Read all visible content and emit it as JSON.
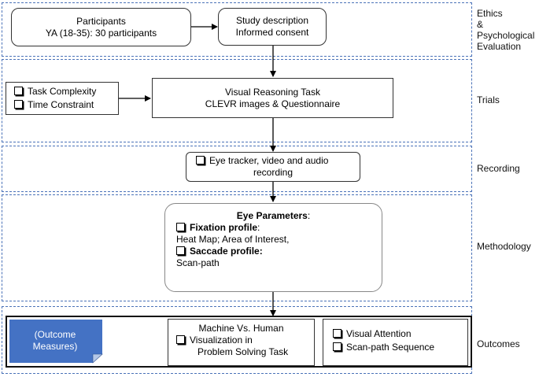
{
  "stages": {
    "ethics": [
      "Ethics",
      "&",
      "Psychological",
      "Evaluation"
    ],
    "trials": "Trials",
    "recording": "Recording",
    "methodology": "Methodology",
    "outcomes": "Outcomes"
  },
  "participants": {
    "title": "Participants",
    "detail": "YA (18-35): 30 participants"
  },
  "study": {
    "line1": "Study description",
    "line2": "Informed consent"
  },
  "conditions": [
    "Task Complexity",
    "Time Constraint"
  ],
  "task": {
    "line1": "Visual Reasoning Task",
    "line2": "CLEVR images & Questionnaire"
  },
  "recording_box": {
    "line1": "Eye tracker, video and audio",
    "line2": "recording"
  },
  "eye_params": {
    "heading": "Eye Parameters",
    "heading_suffix": ":",
    "fixation_label": "Fixation profile",
    "fixation_suffix": ":",
    "fixation_detail": "Heat Map; Area of Interest,",
    "saccade_label": "Saccade profile:",
    "saccade_detail": "Scan-path"
  },
  "outcome_measures": {
    "line1": "(Outcome",
    "line2": "Measures)"
  },
  "comparison": {
    "line1": "Machine Vs. Human",
    "line2": "Visualization in",
    "line3": "Problem Solving Task"
  },
  "results": [
    "Visual Attention",
    "Scan-path Sequence"
  ],
  "colors": {
    "panel_border": "#4a72b8",
    "note_fill": "#4472c4",
    "note_text": "#ffffff"
  }
}
